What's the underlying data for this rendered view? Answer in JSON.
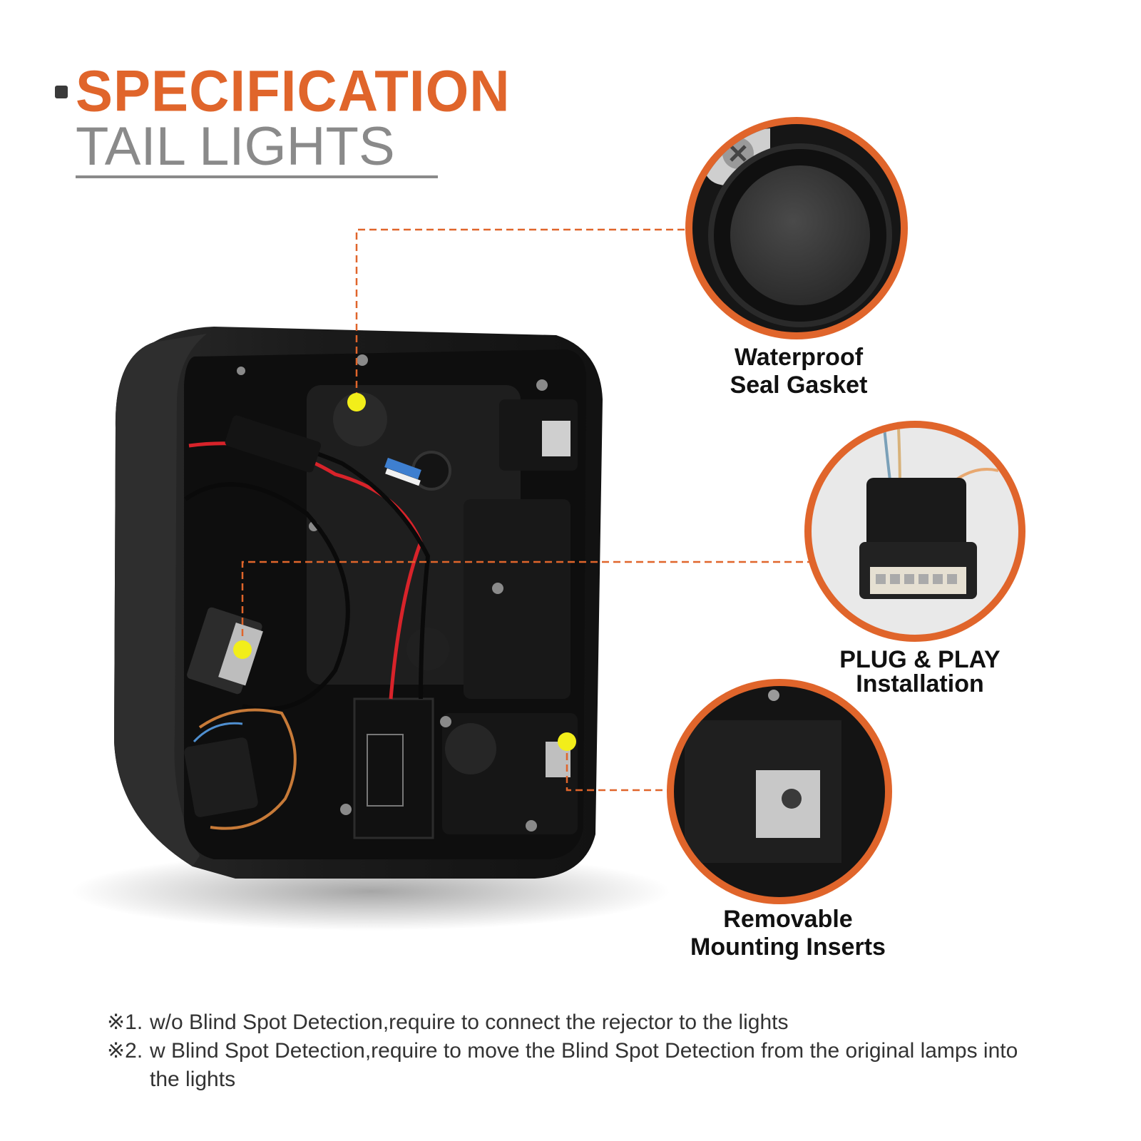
{
  "header": {
    "title": "SPECIFICATION",
    "subtitle": "TAIL LIGHTS"
  },
  "callouts": [
    {
      "line1": "Waterproof",
      "line2": "Seal Gasket"
    },
    {
      "line1": "PLUG & PLAY",
      "line2": "Installation"
    },
    {
      "line1": "Removable",
      "line2": "Mounting Inserts"
    }
  ],
  "notes": [
    {
      "mark": "※1.",
      "text": "w/o Blind Spot Detection,require to connect the rejector to the lights"
    },
    {
      "mark": "※2.",
      "text": "w Blind Spot Detection,require to move the Blind Spot Detection from the original lamps into the lights"
    }
  ],
  "colors": {
    "accent": "#e0652b",
    "subtitle": "#8a8a8a",
    "marker": "#f2ee1a",
    "housing": "#1a1a1a"
  }
}
